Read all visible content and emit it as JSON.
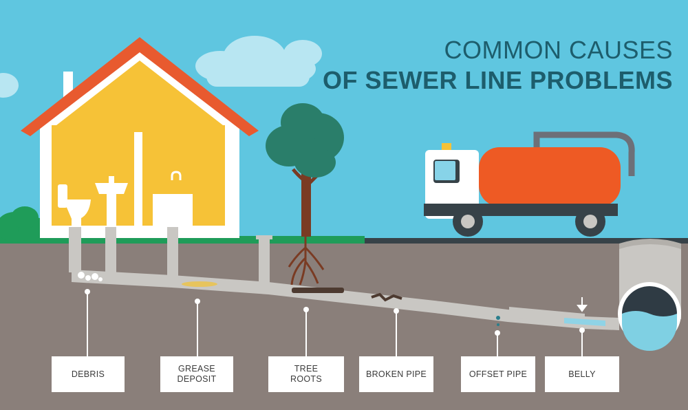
{
  "title": {
    "line1": "COMMON CAUSES",
    "line2": "OF SEWER LINE PROBLEMS"
  },
  "labels": [
    {
      "id": "debris",
      "text": "DEBRIS"
    },
    {
      "id": "grease",
      "text": "GREASE\nDEPOSIT"
    },
    {
      "id": "roots",
      "text": "TREE\nROOTS"
    },
    {
      "id": "broken",
      "text": "BROKEN PIPE"
    },
    {
      "id": "offset",
      "text": "OFFSET PIPE"
    },
    {
      "id": "belly",
      "text": "BELLY"
    }
  ],
  "icons": [
    "house",
    "toilet",
    "sink",
    "kitchen-sink",
    "tree",
    "cloud",
    "bush",
    "truck",
    "manhole",
    "pipe",
    "warning-arrow"
  ],
  "colors": {
    "sky": "#5fc6e0",
    "ground": "#8a7f7a",
    "grass": "#1f9c59",
    "house_wall": "#f6c237",
    "roof": "#e85a2f",
    "pipe": "#c9c7c3",
    "tank": "#ee5a24",
    "title": "#1d5d6c",
    "tree": "#2a7e6a"
  }
}
